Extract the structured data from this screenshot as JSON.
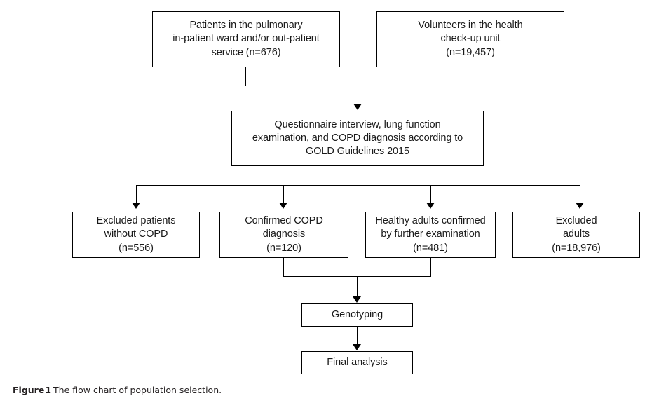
{
  "figure": {
    "caption_label": "Figure",
    "caption_number": "1",
    "caption_text": "The flow chart of population selection.",
    "background_color": "#ffffff",
    "line_color": "#000000",
    "text_color": "#1a1a1a"
  },
  "chart_data": {
    "type": "diagram",
    "diagram_kind": "flowchart",
    "title": "The flow chart of population selection",
    "orientation": "top-to-bottom",
    "nodes": [
      {
        "id": "patients-source",
        "row": 1,
        "shape": "rectangle",
        "text": "Patients in the pulmonary\nin-patient ward and/or out-patient\nservice (n=676)",
        "count_label": "n=676",
        "count_value": 676
      },
      {
        "id": "volunteers-source",
        "row": 1,
        "shape": "rectangle",
        "text": "Volunteers in the health\ncheck-up unit\n(n=19,457)",
        "count_label": "n=19,457",
        "count_value": 19457
      },
      {
        "id": "assessment",
        "row": 2,
        "shape": "rectangle",
        "text": "Questionnaire interview, lung function\nexamination, and COPD diagnosis according to\nGOLD Guidelines 2015",
        "count_label": "",
        "count_value": null
      },
      {
        "id": "excluded-patients",
        "row": 3,
        "shape": "rectangle",
        "text": "Excluded patients\nwithout COPD\n(n=556)",
        "count_label": "n=556",
        "count_value": 556
      },
      {
        "id": "confirmed-copd",
        "row": 3,
        "shape": "rectangle",
        "text": "Confirmed COPD\ndiagnosis\n(n=120)",
        "count_label": "n=120",
        "count_value": 120
      },
      {
        "id": "healthy-adults",
        "row": 3,
        "shape": "rectangle",
        "text": "Healthy adults confirmed\nby further examination\n(n=481)",
        "count_label": "n=481",
        "count_value": 481
      },
      {
        "id": "excluded-adults",
        "row": 3,
        "shape": "rectangle",
        "text": "Excluded\nadults\n(n=18,976)",
        "count_label": "n=18,976",
        "count_value": 18976
      },
      {
        "id": "genotyping",
        "row": 4,
        "shape": "rectangle",
        "text": "Genotyping",
        "count_label": "",
        "count_value": null
      },
      {
        "id": "final-analysis",
        "row": 5,
        "shape": "rectangle",
        "text": "Final analysis",
        "count_label": "",
        "count_value": null
      }
    ],
    "edges": [
      {
        "from": "patients-source",
        "to": "assessment",
        "style": "elbow-merge",
        "arrow": true
      },
      {
        "from": "volunteers-source",
        "to": "assessment",
        "style": "elbow-merge",
        "arrow": true
      },
      {
        "from": "assessment",
        "to": "excluded-patients",
        "style": "elbow-split",
        "arrow": true
      },
      {
        "from": "assessment",
        "to": "confirmed-copd",
        "style": "elbow-split",
        "arrow": true
      },
      {
        "from": "assessment",
        "to": "healthy-adults",
        "style": "elbow-split",
        "arrow": true
      },
      {
        "from": "assessment",
        "to": "excluded-adults",
        "style": "elbow-split",
        "arrow": true
      },
      {
        "from": "confirmed-copd",
        "to": "genotyping",
        "style": "elbow-merge",
        "arrow": true
      },
      {
        "from": "healthy-adults",
        "to": "genotyping",
        "style": "elbow-merge",
        "arrow": true
      },
      {
        "from": "genotyping",
        "to": "final-analysis",
        "style": "straight",
        "arrow": true
      }
    ]
  }
}
